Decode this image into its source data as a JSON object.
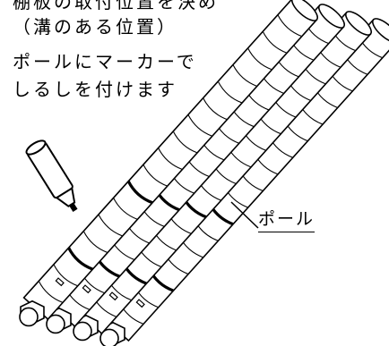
{
  "instruction": {
    "lines": [
      "棚板の取付位置を決め",
      "（溝のある位置）",
      "ポールにマーカーで",
      "しるしを付けます"
    ]
  },
  "callout": {
    "pole_label": "ポール"
  },
  "illustration": {
    "pole_count": 4,
    "marked_ring_index": 7,
    "colors": {
      "line": "#000000",
      "fill": "#ffffff"
    }
  }
}
